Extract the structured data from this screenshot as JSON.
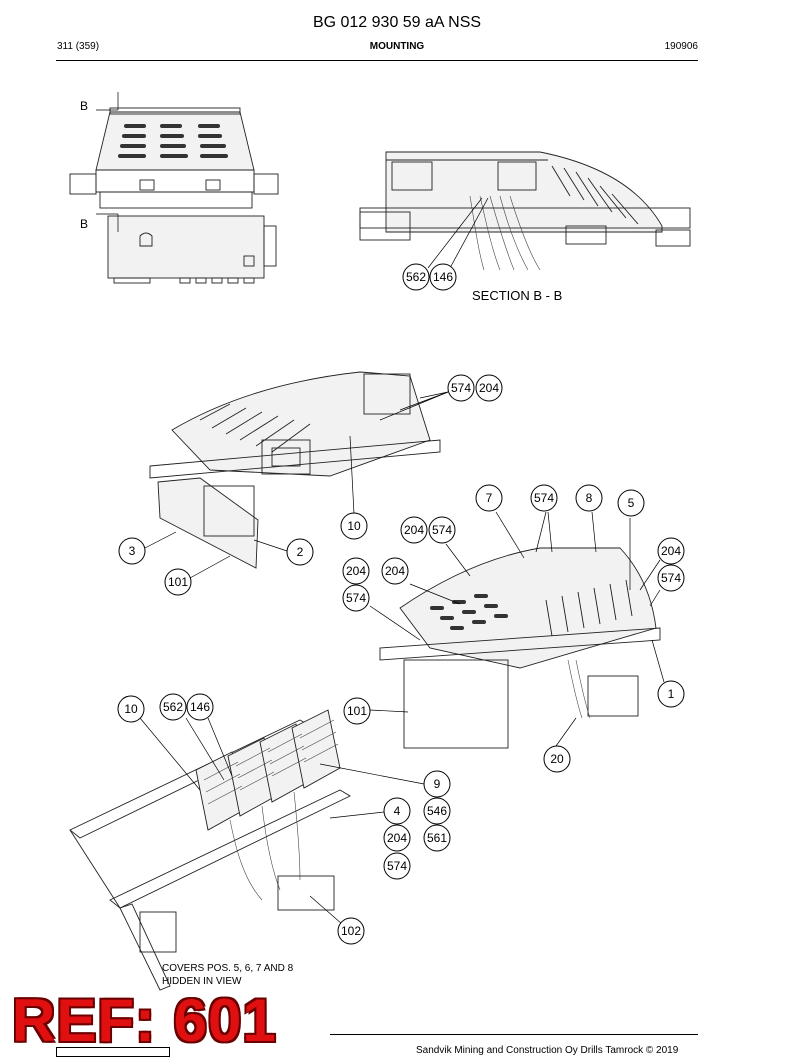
{
  "header": {
    "title": "BG 012 930 59 aA NSS",
    "page": "311 (359)",
    "section": "MOUNTING",
    "date": "190906"
  },
  "view_labels": {
    "b_top": "B",
    "b_bottom": "B",
    "section": "SECTION B - B"
  },
  "callouts": [
    "562",
    "146",
    "574",
    "204",
    "7",
    "574",
    "8",
    "5",
    "10",
    "204",
    "574",
    "3",
    "2",
    "101",
    "204",
    "204",
    "574",
    "204",
    "574",
    "1",
    "101",
    "20",
    "10",
    "562",
    "146",
    "9",
    "4",
    "546",
    "204",
    "561",
    "574",
    "102"
  ],
  "note": {
    "line1": "COVERS POS. 5, 6, 7 AND 8",
    "line2": "HIDDEN IN VIEW"
  },
  "ref": "REF: 601",
  "footer": {
    "copyright": "Sandvik Mining and Construction Oy Drills Tamrock © 2019"
  }
}
